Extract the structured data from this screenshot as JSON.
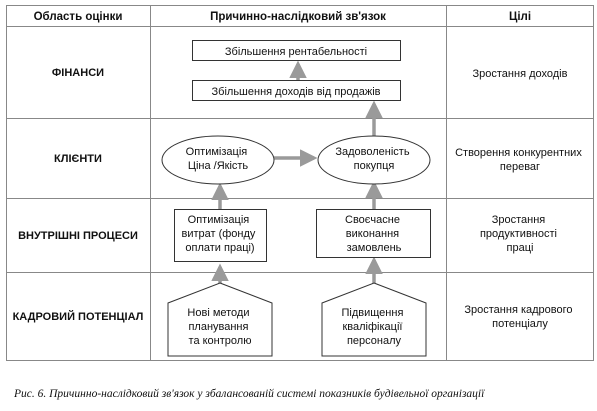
{
  "header": {
    "area": "Область оцінки",
    "causal": "Причинно-наслідковий зв'язок",
    "goals": "Цілі"
  },
  "rows": [
    {
      "area": "ФІНАНСИ",
      "goal": [
        "Зростання доходів"
      ]
    },
    {
      "area": "КЛІЄНТИ",
      "goal": [
        "Створення конкурентних",
        "переваг"
      ]
    },
    {
      "area": "ВНУТРІШНІ ПРОЦЕСИ",
      "goal": [
        "Зростання",
        "продуктивності",
        "праці"
      ]
    },
    {
      "area": "КАДРОВИЙ ПОТЕНЦІАЛ",
      "goal": [
        "Зростання кадрового",
        "потенціалу"
      ]
    }
  ],
  "nodes": {
    "profitability": [
      "Збільшення рентабельності"
    ],
    "sales_income": [
      "Збільшення доходів від продажів"
    ],
    "price_quality": [
      "Оптимізація",
      "Ціна /Якість"
    ],
    "satisfaction": [
      "Задоволеність",
      "покупця"
    ],
    "cost_optimization": [
      "Оптимізація",
      "витрат (фонду",
      "оплати праці)"
    ],
    "timely_orders": [
      "Своєчасне",
      "виконання",
      "замовлень"
    ],
    "new_methods": [
      "Нові методи",
      "планування",
      "та контролю"
    ],
    "qualification": [
      "Підвищення",
      "кваліфікації",
      "персоналу"
    ]
  },
  "caption": "Рис. 6. Причинно-наслідковий зв'язок у збалансованій системі показників будівельної організації"
}
